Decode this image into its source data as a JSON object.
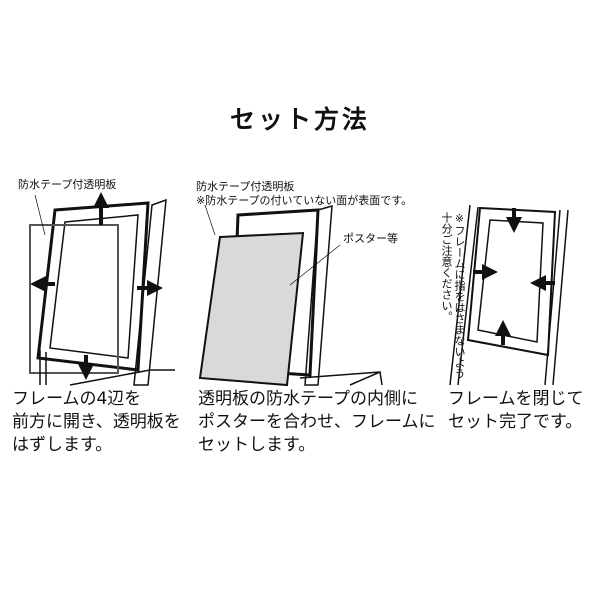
{
  "title": "セット方法",
  "steps": [
    {
      "labels": [
        "防水テープ付透明板"
      ],
      "caption": "フレームの4辺を\n前方に開き、透明板を\nはずします。"
    },
    {
      "labels": [
        "防水テープ付透明板",
        "※防水テープの付いていない面が表面です。",
        "ポスター等"
      ],
      "caption": "透明板の防水テープの内側に\nポスターを合わせ、フレームに\nセットします。"
    },
    {
      "labels": [
        "※フレームに指をはさまないよう",
        "十分ご注意ください。"
      ],
      "caption": "フレームを閉じて\nセット完了です。"
    }
  ],
  "colors": {
    "poster": "#d9d9d9",
    "line": "#111111"
  }
}
